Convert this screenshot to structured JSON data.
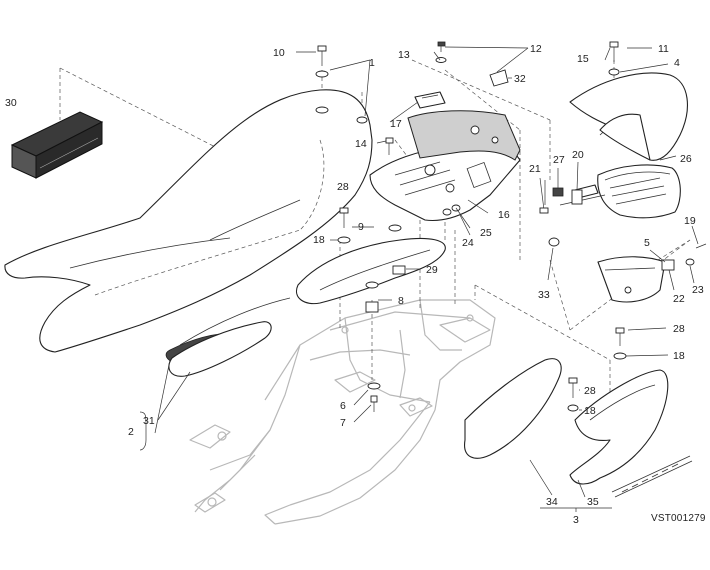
{
  "diagram": {
    "code": "VST001279",
    "labels": {
      "l1": "1",
      "l2": "2",
      "l3": "3",
      "l4": "4",
      "l5": "5",
      "l6": "6",
      "l7": "7",
      "l8": "8",
      "l9": "9",
      "l10": "10",
      "l11": "11",
      "l12": "12",
      "l13": "13",
      "l14": "14",
      "l15": "15",
      "l16": "16",
      "l17": "17",
      "l18a": "18",
      "l18b": "18",
      "l18c": "18",
      "l19": "19",
      "l20": "20",
      "l21": "21",
      "l22": "22",
      "l23": "23",
      "l24": "24",
      "l25": "25",
      "l26": "26",
      "l27": "27",
      "l28a": "28",
      "l28b": "28",
      "l28c": "28",
      "l29": "29",
      "l30": "30",
      "l31": "31",
      "l32": "32",
      "l33": "33",
      "l34": "34",
      "l35": "35"
    }
  }
}
